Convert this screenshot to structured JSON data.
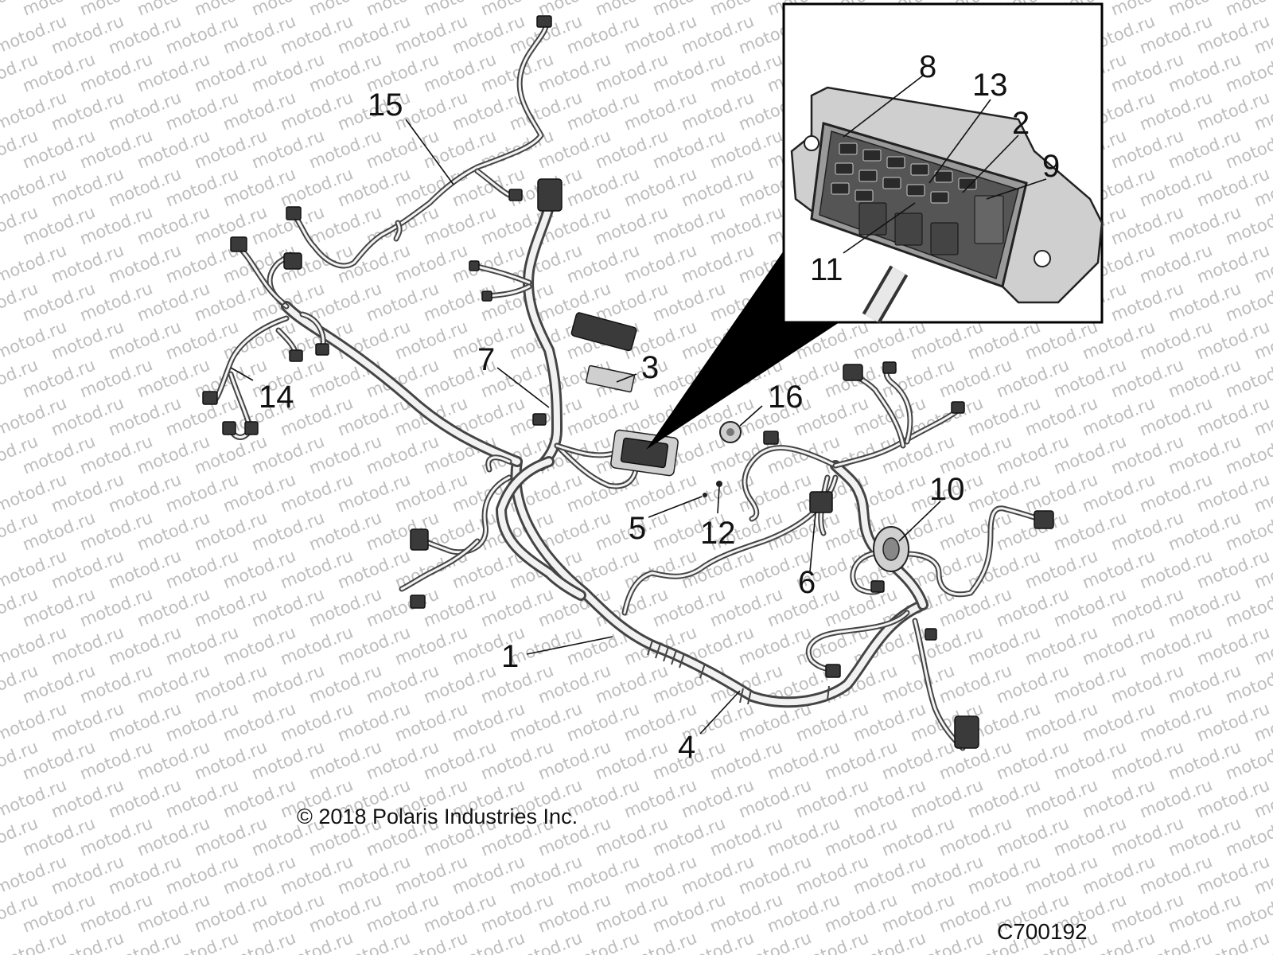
{
  "watermark_text": "motod.ru",
  "callouts": [
    {
      "label": "1"
    },
    {
      "label": "2"
    },
    {
      "label": "3"
    },
    {
      "label": "4"
    },
    {
      "label": "5"
    },
    {
      "label": "6"
    },
    {
      "label": "7"
    },
    {
      "label": "8"
    },
    {
      "label": "9"
    },
    {
      "label": "10"
    },
    {
      "label": "11"
    },
    {
      "label": "12"
    },
    {
      "label": "13"
    },
    {
      "label": "14"
    },
    {
      "label": "15"
    },
    {
      "label": "16"
    }
  ],
  "copyright": "© 2018 Polaris Industries Inc.",
  "diagram_code": "C700192",
  "colors": {
    "line": "#444444",
    "text": "#111111",
    "watermark": "#bdbdbd",
    "background": "#ffffff"
  }
}
